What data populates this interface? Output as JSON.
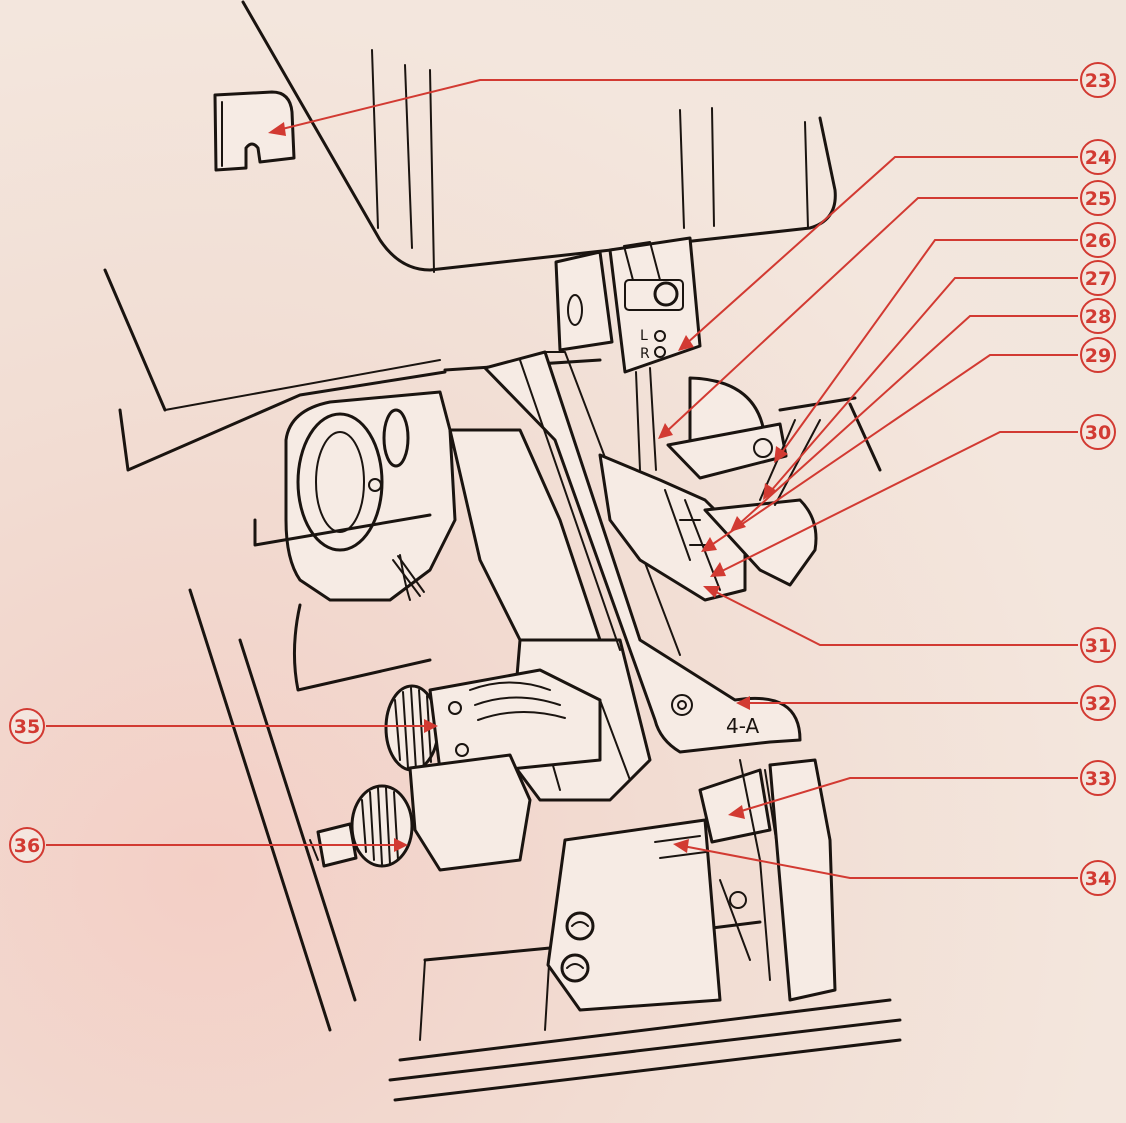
{
  "callouts": [
    {
      "id": "23",
      "label": "23"
    },
    {
      "id": "24",
      "label": "24"
    },
    {
      "id": "25",
      "label": "25"
    },
    {
      "id": "26",
      "label": "26"
    },
    {
      "id": "27",
      "label": "27"
    },
    {
      "id": "28",
      "label": "28"
    },
    {
      "id": "29",
      "label": "29"
    },
    {
      "id": "30",
      "label": "30"
    },
    {
      "id": "31",
      "label": "31"
    },
    {
      "id": "32",
      "label": "32"
    },
    {
      "id": "33",
      "label": "33"
    },
    {
      "id": "34",
      "label": "34"
    },
    {
      "id": "35",
      "label": "35"
    },
    {
      "id": "36",
      "label": "36"
    }
  ],
  "markings": {
    "needle_clamp_left": "L",
    "needle_clamp_right": "R",
    "plate_code": "4-A"
  },
  "colors": {
    "background": "#f2e2d9",
    "line_art": "#1a1410",
    "callout": "#d23a32"
  }
}
